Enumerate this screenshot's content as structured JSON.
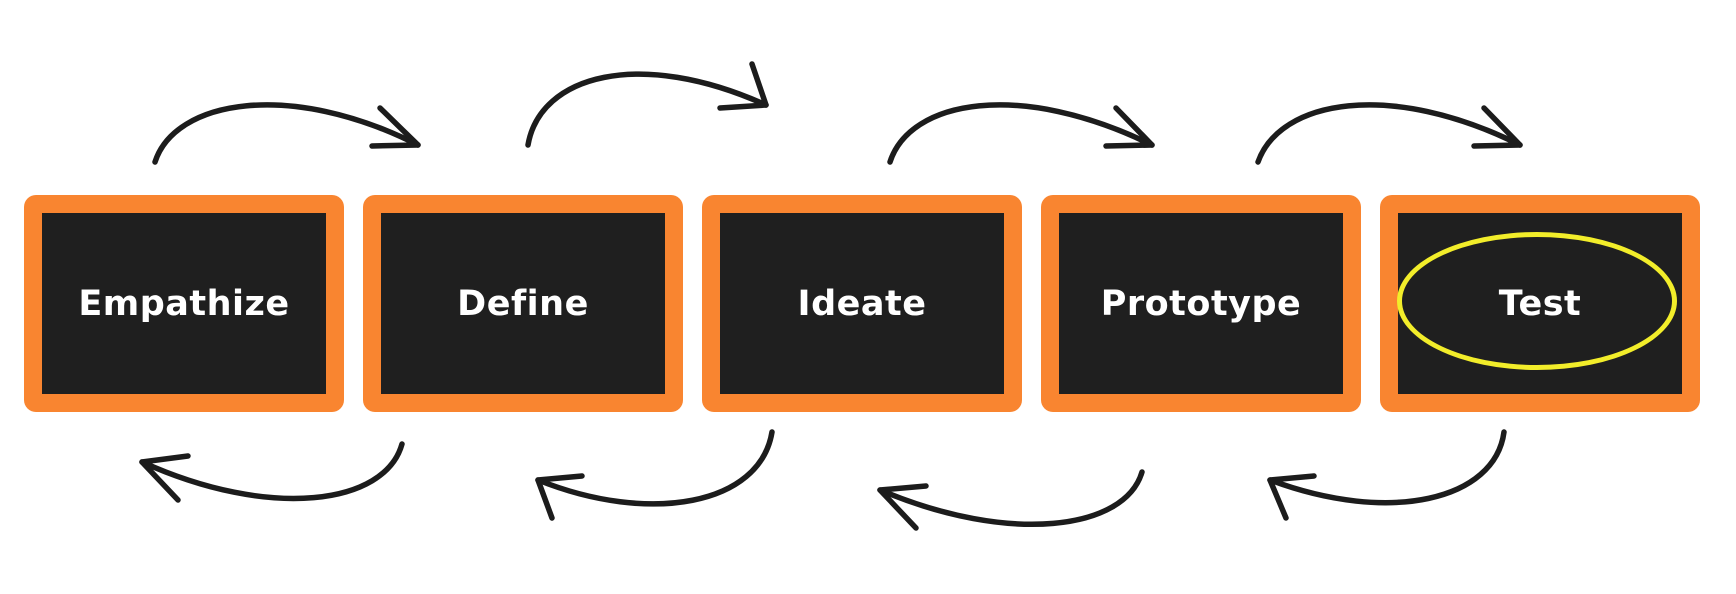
{
  "diagram": {
    "stages": [
      {
        "label": "Empathize"
      },
      {
        "label": "Define"
      },
      {
        "label": "Ideate"
      },
      {
        "label": "Prototype"
      },
      {
        "label": "Test"
      }
    ],
    "highlighted_stage": "Test",
    "colors": {
      "box_border": "#f98530",
      "box_fill": "#1f1f1f",
      "label_text": "#ffffff",
      "arrow": "#1c1c1c",
      "highlight": "#f2ed2a"
    },
    "forward_arrows": [
      {
        "from": "Empathize",
        "to": "Define"
      },
      {
        "from": "Define",
        "to": "Ideate"
      },
      {
        "from": "Ideate",
        "to": "Prototype"
      },
      {
        "from": "Prototype",
        "to": "Test"
      }
    ],
    "backward_arrows": [
      {
        "from": "Define",
        "to": "Empathize"
      },
      {
        "from": "Ideate",
        "to": "Define"
      },
      {
        "from": "Prototype",
        "to": "Ideate"
      },
      {
        "from": "Test",
        "to": "Prototype"
      }
    ]
  }
}
